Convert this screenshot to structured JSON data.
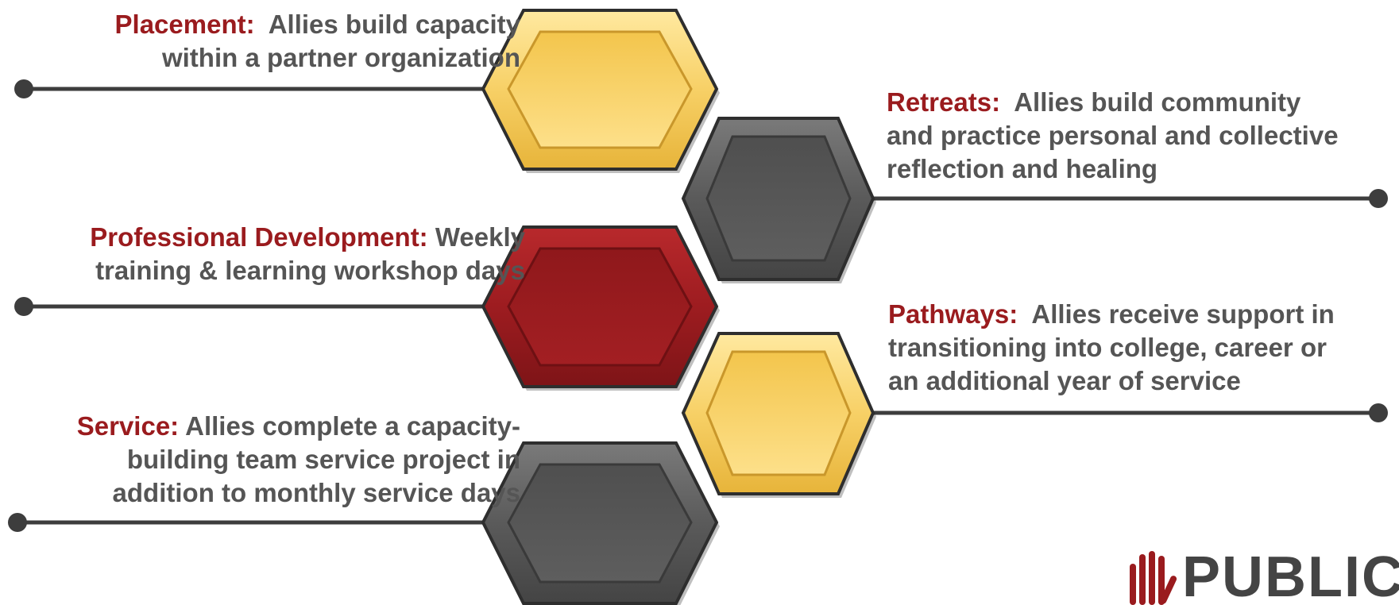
{
  "items": [
    {
      "label": "Placement:",
      "text": "Allies build capacity within a partner organization",
      "line1_rest": "Allies build capacity",
      "line2": "within a partner organization",
      "line3": ""
    },
    {
      "label": "Retreats:",
      "text": "Allies build community and practice personal and collective reflection and healing",
      "line1_rest": "Allies build community",
      "line2": "and practice personal and collective",
      "line3": "reflection and healing"
    },
    {
      "label": "Professional Development:",
      "text": "Weekly training & learning workshop days",
      "line1_rest": "Weekly",
      "line2": "training & learning workshop days",
      "line3": ""
    },
    {
      "label": "Pathways:",
      "text": "Allies receive support in transitioning into college, career or an additional year of service",
      "line1_rest": "Allies receive support in",
      "line2": "transitioning into college, career or",
      "line3": "an additional year of service"
    },
    {
      "label": "Service:",
      "text": "Allies complete a capacity-building team service project in addition to monthly service days",
      "line1_rest": "Allies complete a capacity-",
      "line2": "building team service project in",
      "line3": "addition to monthly service days"
    }
  ],
  "logo": {
    "text": "PUBLIC"
  },
  "colors": {
    "label": "#9a1b1e",
    "body_text": "#555555",
    "yellow": "#f6cc55",
    "gray": "#555555",
    "red": "#9a1b1e",
    "line": "#3d3d3d"
  }
}
